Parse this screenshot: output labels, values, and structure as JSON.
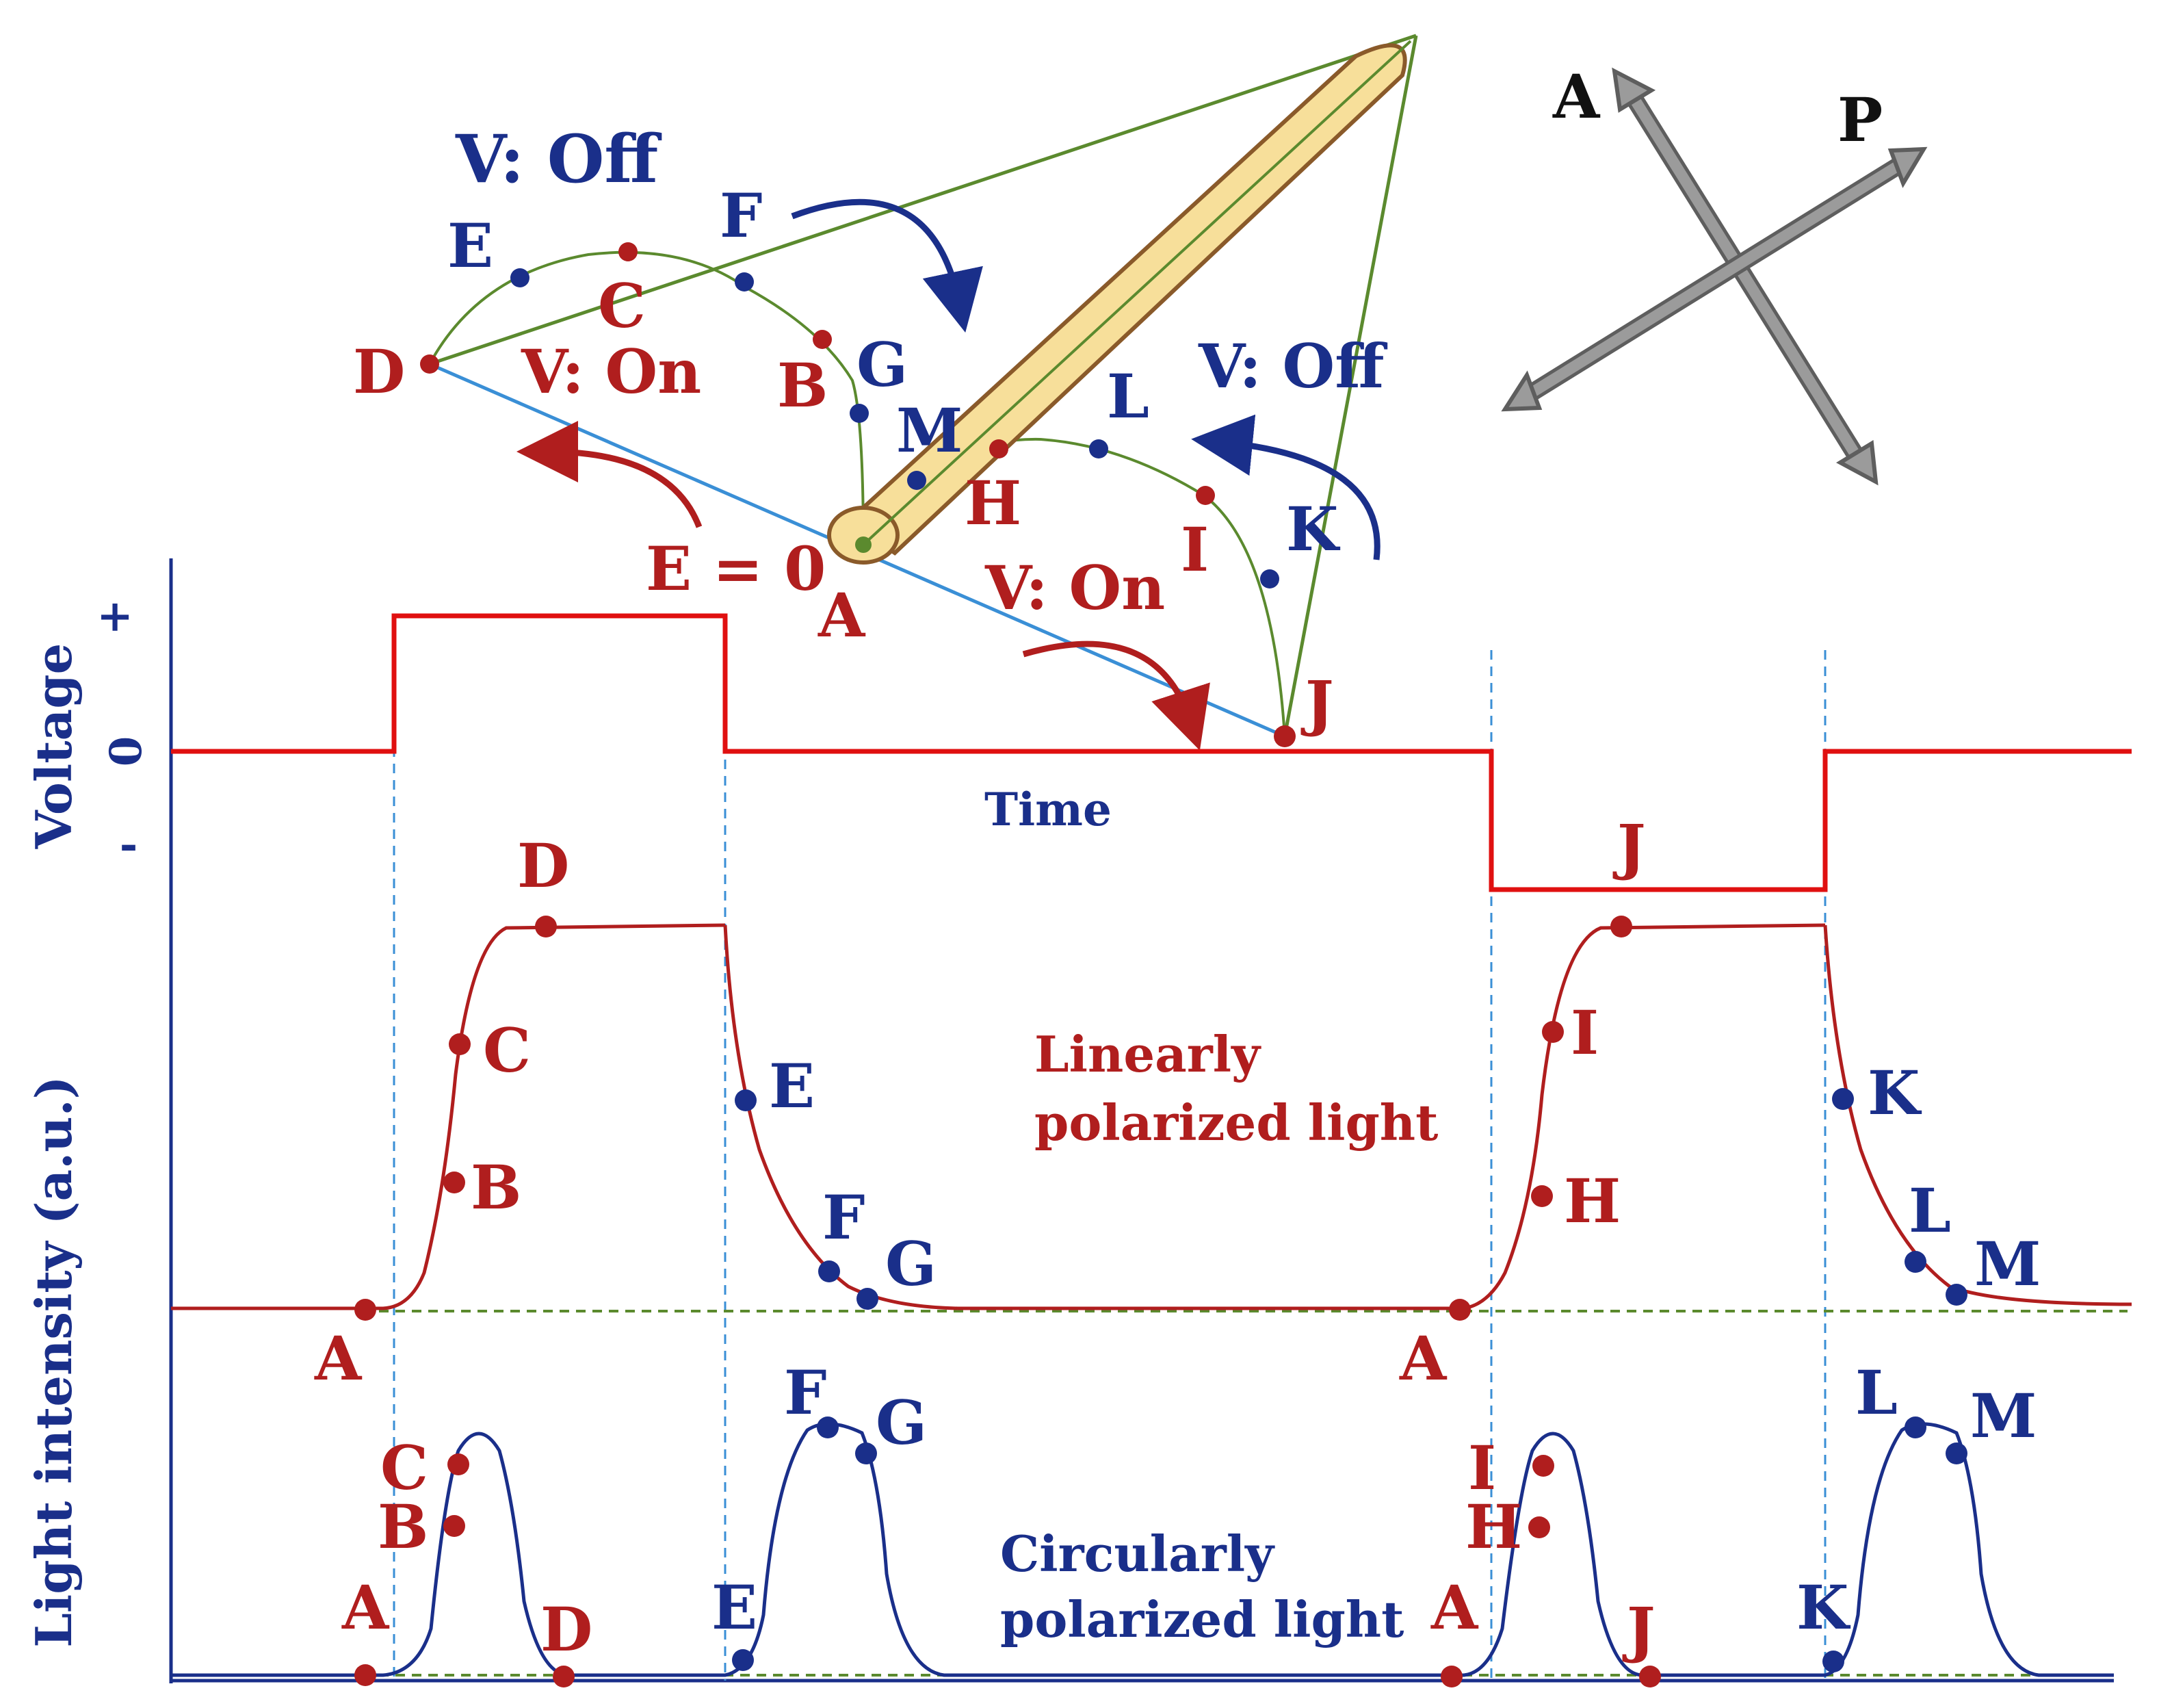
{
  "colors": {
    "red": "#b01e1e",
    "red_trace": "#e01010",
    "blue": "#1a2f8a",
    "light_blue": "#3a8fd6",
    "green": "#5b8a2e",
    "rod_fill": "#f7df9a",
    "rod_stroke": "#8a5a2a",
    "arrow_gray": "#9b9b9b"
  },
  "cone": {
    "v_off_1": "V: Off",
    "v_on_1": "V: On",
    "v_off_2": "V: Off",
    "v_on_2": "V: On",
    "e_zero": "E = 0",
    "points": {
      "A": "A",
      "B": "B",
      "C": "C",
      "D": "D",
      "E": "E",
      "F": "F",
      "G": "G",
      "H": "H",
      "I": "I",
      "J": "J",
      "K": "K",
      "L": "L",
      "M": "M"
    }
  },
  "polarizers": {
    "analyzer": "A",
    "polarizer": "P"
  },
  "axes": {
    "voltage_label": "Voltage",
    "plus": "+",
    "zero": "0",
    "minus": "-",
    "time_label": "Time",
    "intensity_label": "Light intensity (a.u.)"
  },
  "voltage_trace": {
    "neg_pulse_label": "J"
  },
  "linear": {
    "label_line1": "Linearly",
    "label_line2": "polarized light",
    "points": {
      "A1": "A",
      "B": "B",
      "C": "C",
      "D": "D",
      "E": "E",
      "F": "F",
      "G": "G",
      "A2": "A",
      "H": "H",
      "I": "I",
      "K": "K",
      "L": "L",
      "M": "M"
    }
  },
  "circular": {
    "label_line1": "Circularly",
    "label_line2": "polarized light",
    "points": {
      "A1": "A",
      "B": "B",
      "C": "C",
      "D": "D",
      "E": "E",
      "F": "F",
      "G": "G",
      "A2": "A",
      "H": "H",
      "I": "I",
      "J": "J",
      "K": "K",
      "L": "L",
      "M": "M"
    }
  }
}
